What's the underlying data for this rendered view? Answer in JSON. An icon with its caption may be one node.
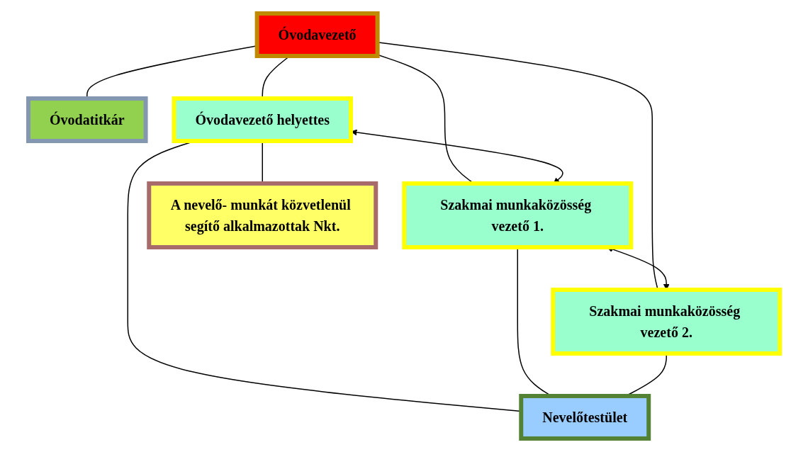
{
  "diagram": {
    "nodes": [
      {
        "text": [
          "Óvodavezető"
        ]
      },
      {
        "text": [
          "Óvodatitkár"
        ]
      },
      {
        "text": [
          "Óvodavezető helyettes"
        ]
      },
      {
        "text": [
          "Szakmai munkaközösség vezető 1."
        ]
      },
      {
        "text": [
          "Szakmai munkaközösség vezető 2."
        ]
      },
      {
        "text": [
          "Nevelőtestület"
        ]
      },
      {
        "text": [
          "A nevelő- munkát közvetlenül segítő alkalmazottak Nkt."
        ]
      }
    ],
    "edges": [
      {
        "from": 0,
        "to": 1,
        "arrow": "none"
      },
      {
        "from": 0,
        "to": 2,
        "arrow": "none"
      },
      {
        "from": 0,
        "to": 3,
        "arrow": "none"
      },
      {
        "from": 0,
        "to": 4,
        "arrow": "none"
      },
      {
        "from": 2,
        "to": 3,
        "arrow": "both"
      },
      {
        "from": 3,
        "to": 4,
        "arrow": "both"
      },
      {
        "from": 2,
        "to": 5,
        "arrow": "none"
      },
      {
        "from": 3,
        "to": 5,
        "arrow": "none"
      },
      {
        "from": 4,
        "to": 5,
        "arrow": "none"
      },
      {
        "from": 2,
        "to": 6,
        "arrow": "none"
      }
    ]
  }
}
